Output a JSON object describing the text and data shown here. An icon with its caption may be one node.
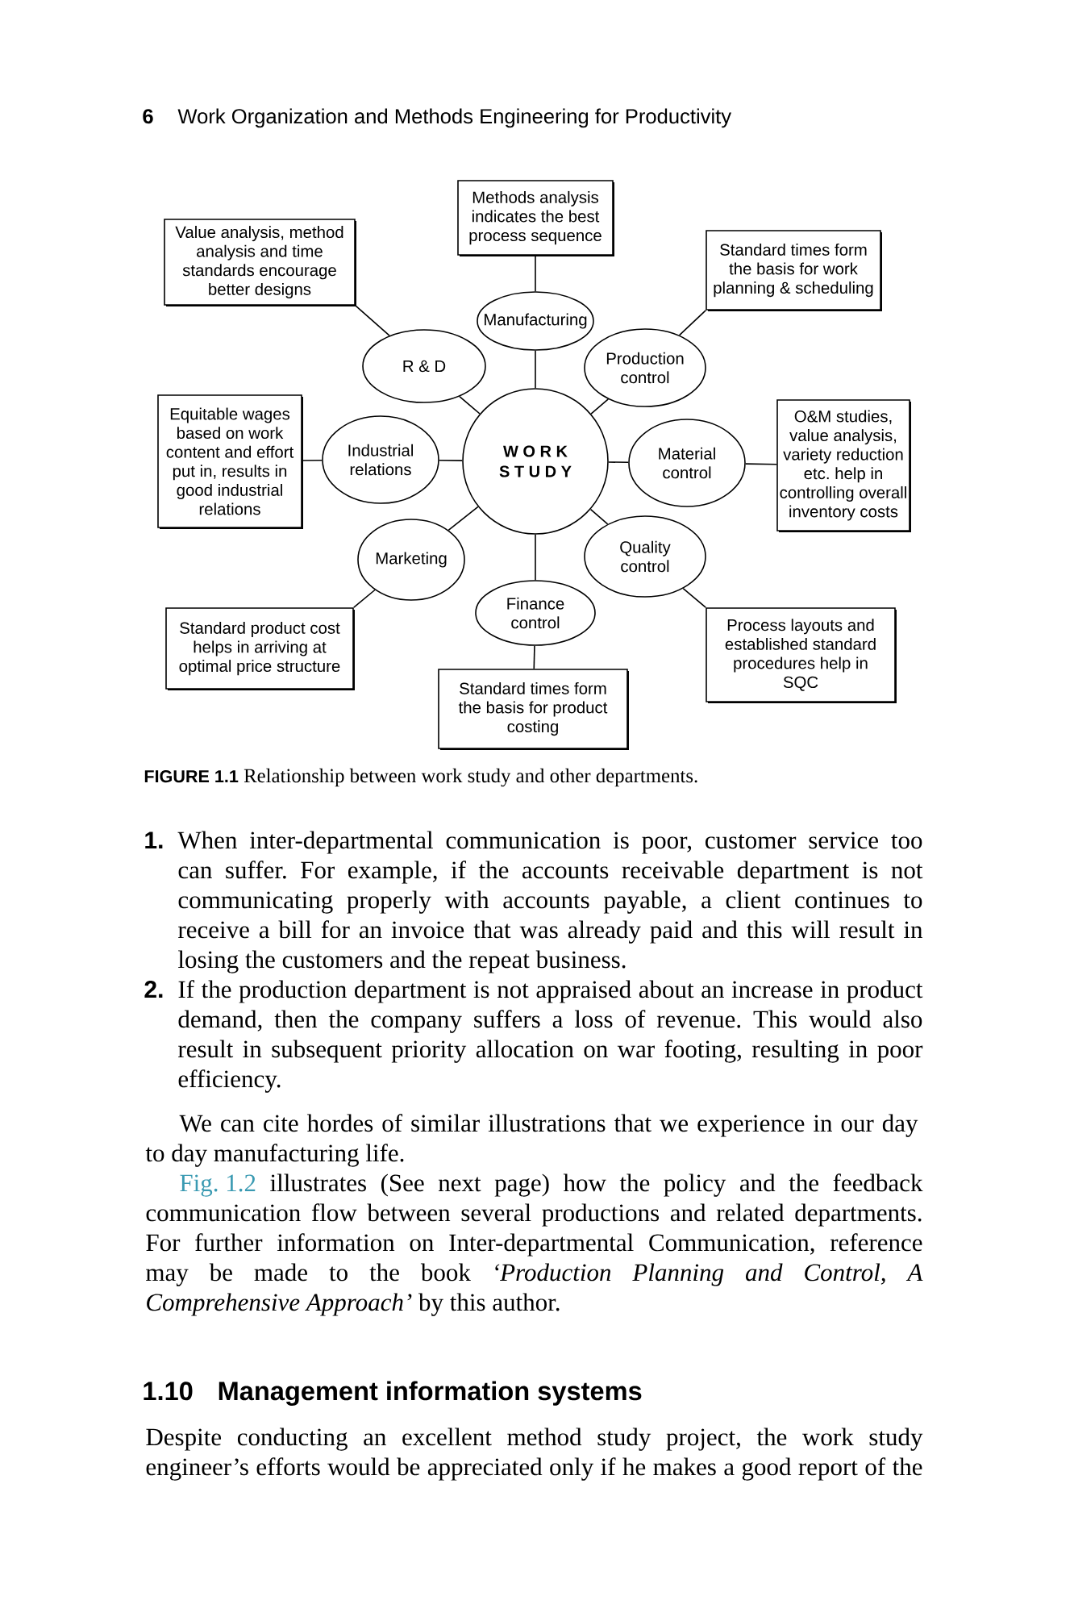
{
  "diagram": {
    "caption": "**FIGURE 1.1** Relationship between work study and other departments.",
    "nodes": [
      {
        "text": [
          "Methods analysis indicates the best process sequence"
        ]
      },
      {
        "text": [
          "Value analysis, method analysis and time standards encourage better designs"
        ]
      },
      {
        "text": [
          "Standard times form the basis for work planning & scheduling"
        ]
      },
      {
        "text": [
          "Manufacturing"
        ]
      },
      {
        "text": [
          "R & D"
        ]
      },
      {
        "text": [
          "Production control"
        ]
      },
      {
        "text": [
          "Equitable wages based on work content and effort put in, results in good industrial relations"
        ]
      },
      {
        "text": [
          "Industrial relations"
        ]
      },
      {
        "text": [
          "W O R K S T U D Y"
        ]
      },
      {
        "text": [
          "Material control"
        ]
      },
      {
        "text": [
          "O&M studies, value analysis, variety reduction etc. help in controlling overall inventory costs"
        ]
      },
      {
        "text": [
          "Marketing"
        ]
      },
      {
        "text": [
          "Quality control"
        ]
      },
      {
        "text": [
          "Finance control"
        ]
      },
      {
        "text": [
          "Standard product cost helps in arriving at optimal price structure"
        ]
      },
      {
        "text": [
          "Process layouts and established standard procedures help in SQC"
        ]
      },
      {
        "text": [
          "Standard times form the basis for product costing"
        ]
      }
    ],
    "edges": [
      {
        "from": 8,
        "to": 3,
        "arrow": "none"
      },
      {
        "from": 3,
        "to": 0,
        "arrow": "none"
      },
      {
        "from": 8,
        "to": 4,
        "arrow": "none"
      },
      {
        "from": 4,
        "to": 1,
        "arrow": "none"
      },
      {
        "from": 8,
        "to": 5,
        "arrow": "none"
      },
      {
        "from": 5,
        "to": 2,
        "arrow": "none"
      },
      {
        "from": 8,
        "to": 7,
        "arrow": "none"
      },
      {
        "from": 7,
        "to": 6,
        "arrow": "none"
      },
      {
        "from": 8,
        "to": 9,
        "arrow": "none"
      },
      {
        "from": 9,
        "to": 10,
        "arrow": "none"
      },
      {
        "from": 8,
        "to": 11,
        "arrow": "none"
      },
      {
        "from": 11,
        "to": 14,
        "arrow": "none"
      },
      {
        "from": 8,
        "to": 12,
        "arrow": "none"
      },
      {
        "from": 12,
        "to": 15,
        "arrow": "none"
      },
      {
        "from": 8,
        "to": 13,
        "arrow": "none"
      },
      {
        "from": 13,
        "to": 16,
        "arrow": "none"
      }
    ],
    "labels": [
      "6",
      "Work Organization and Methods Engineering for Productivity",
      "1.",
      "When inter-departmental communication is poor, customer service too can suffer. For example, if the accounts receivable department is not communicating properly with accounts payable, a client continues to receive a bill for an invoice that was already paid and this will result in losing the customers and the repeat business.",
      "2.",
      "If the production department is not appraised about an increase in product demand, then the company suffers a loss of revenue. This would also result in subsequent priority allocation on war footing, resulting in poor efficiency.",
      "We can cite hordes of similar illustrations that we experience in our day to day manufacturing life.",
      "Fig. 1.2",
      "illustrates (See next page) how the policy and the feedback communication flow between several productions and related departments. For further information on Inter-departmental Communication, reference may be made to the book *‘Production Planning and Control, A Comprehensive Approach’* by this author.",
      "1.10",
      "Management information systems",
      "Despite conducting an excellent method study project, the work study engineer’s efforts would be appreciated only if he makes a good report of the"
    ]
  }
}
